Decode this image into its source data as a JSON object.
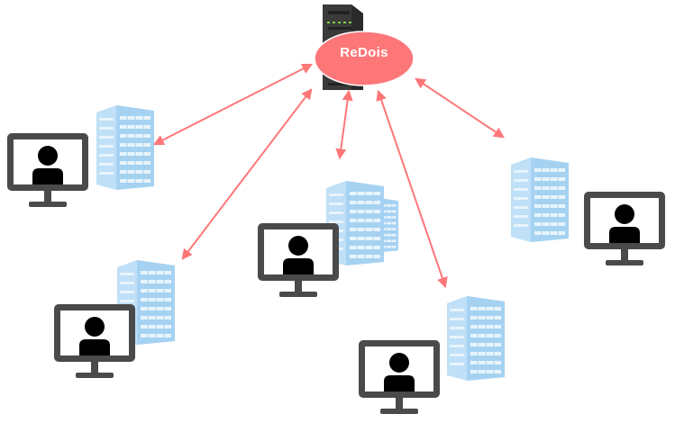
{
  "server": {
    "label": "ReDois",
    "ellipse_color": "#fd7779"
  },
  "connections": {
    "color": "#fd7779",
    "count": 5
  },
  "clients": [
    {
      "id": "client-1"
    },
    {
      "id": "client-2"
    },
    {
      "id": "client-3"
    },
    {
      "id": "client-4"
    },
    {
      "id": "client-5"
    }
  ]
}
